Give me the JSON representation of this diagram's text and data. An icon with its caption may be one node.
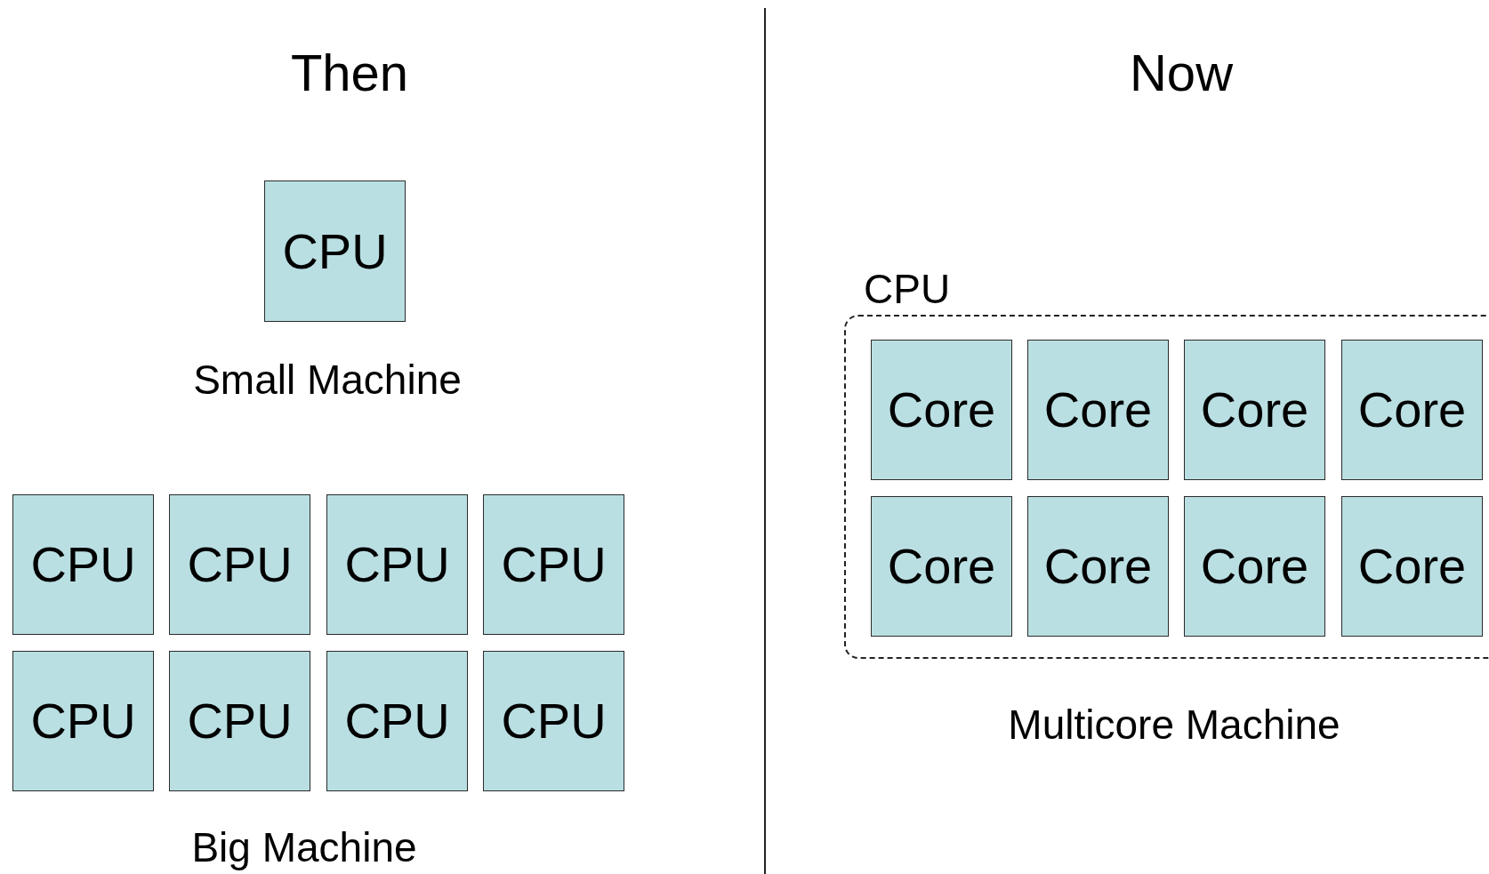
{
  "diagram": {
    "nodes": [
      {
        "text": [
          "CPU"
        ],
        "beside": [
          "Small Machine"
        ]
      },
      {
        "text": [
          "CPU"
        ]
      },
      {
        "text": [
          "CPU"
        ]
      },
      {
        "text": [
          "CPU"
        ]
      },
      {
        "text": [
          "CPU"
        ]
      },
      {
        "text": [
          "CPU"
        ]
      },
      {
        "text": [
          "CPU"
        ]
      },
      {
        "text": [
          "CPU"
        ]
      },
      {
        "text": [
          "CPU"
        ]
      },
      {
        "text": [
          "CPU"
        ],
        "beside": [
          "Multicore Machine"
        ]
      },
      {
        "text": [
          "Core"
        ],
        "in": 9
      },
      {
        "text": [
          "Core"
        ],
        "in": 9
      },
      {
        "text": [
          "Core"
        ],
        "in": 9
      },
      {
        "text": [
          "Core"
        ],
        "in": 9
      },
      {
        "text": [
          "Core"
        ],
        "in": 9
      },
      {
        "text": [
          "Core"
        ],
        "in": 9
      },
      {
        "text": [
          "Core"
        ],
        "in": 9
      },
      {
        "text": [
          "Core"
        ],
        "in": 9
      }
    ],
    "labels": [
      "Then",
      "Now",
      "Big Machine"
    ]
  }
}
